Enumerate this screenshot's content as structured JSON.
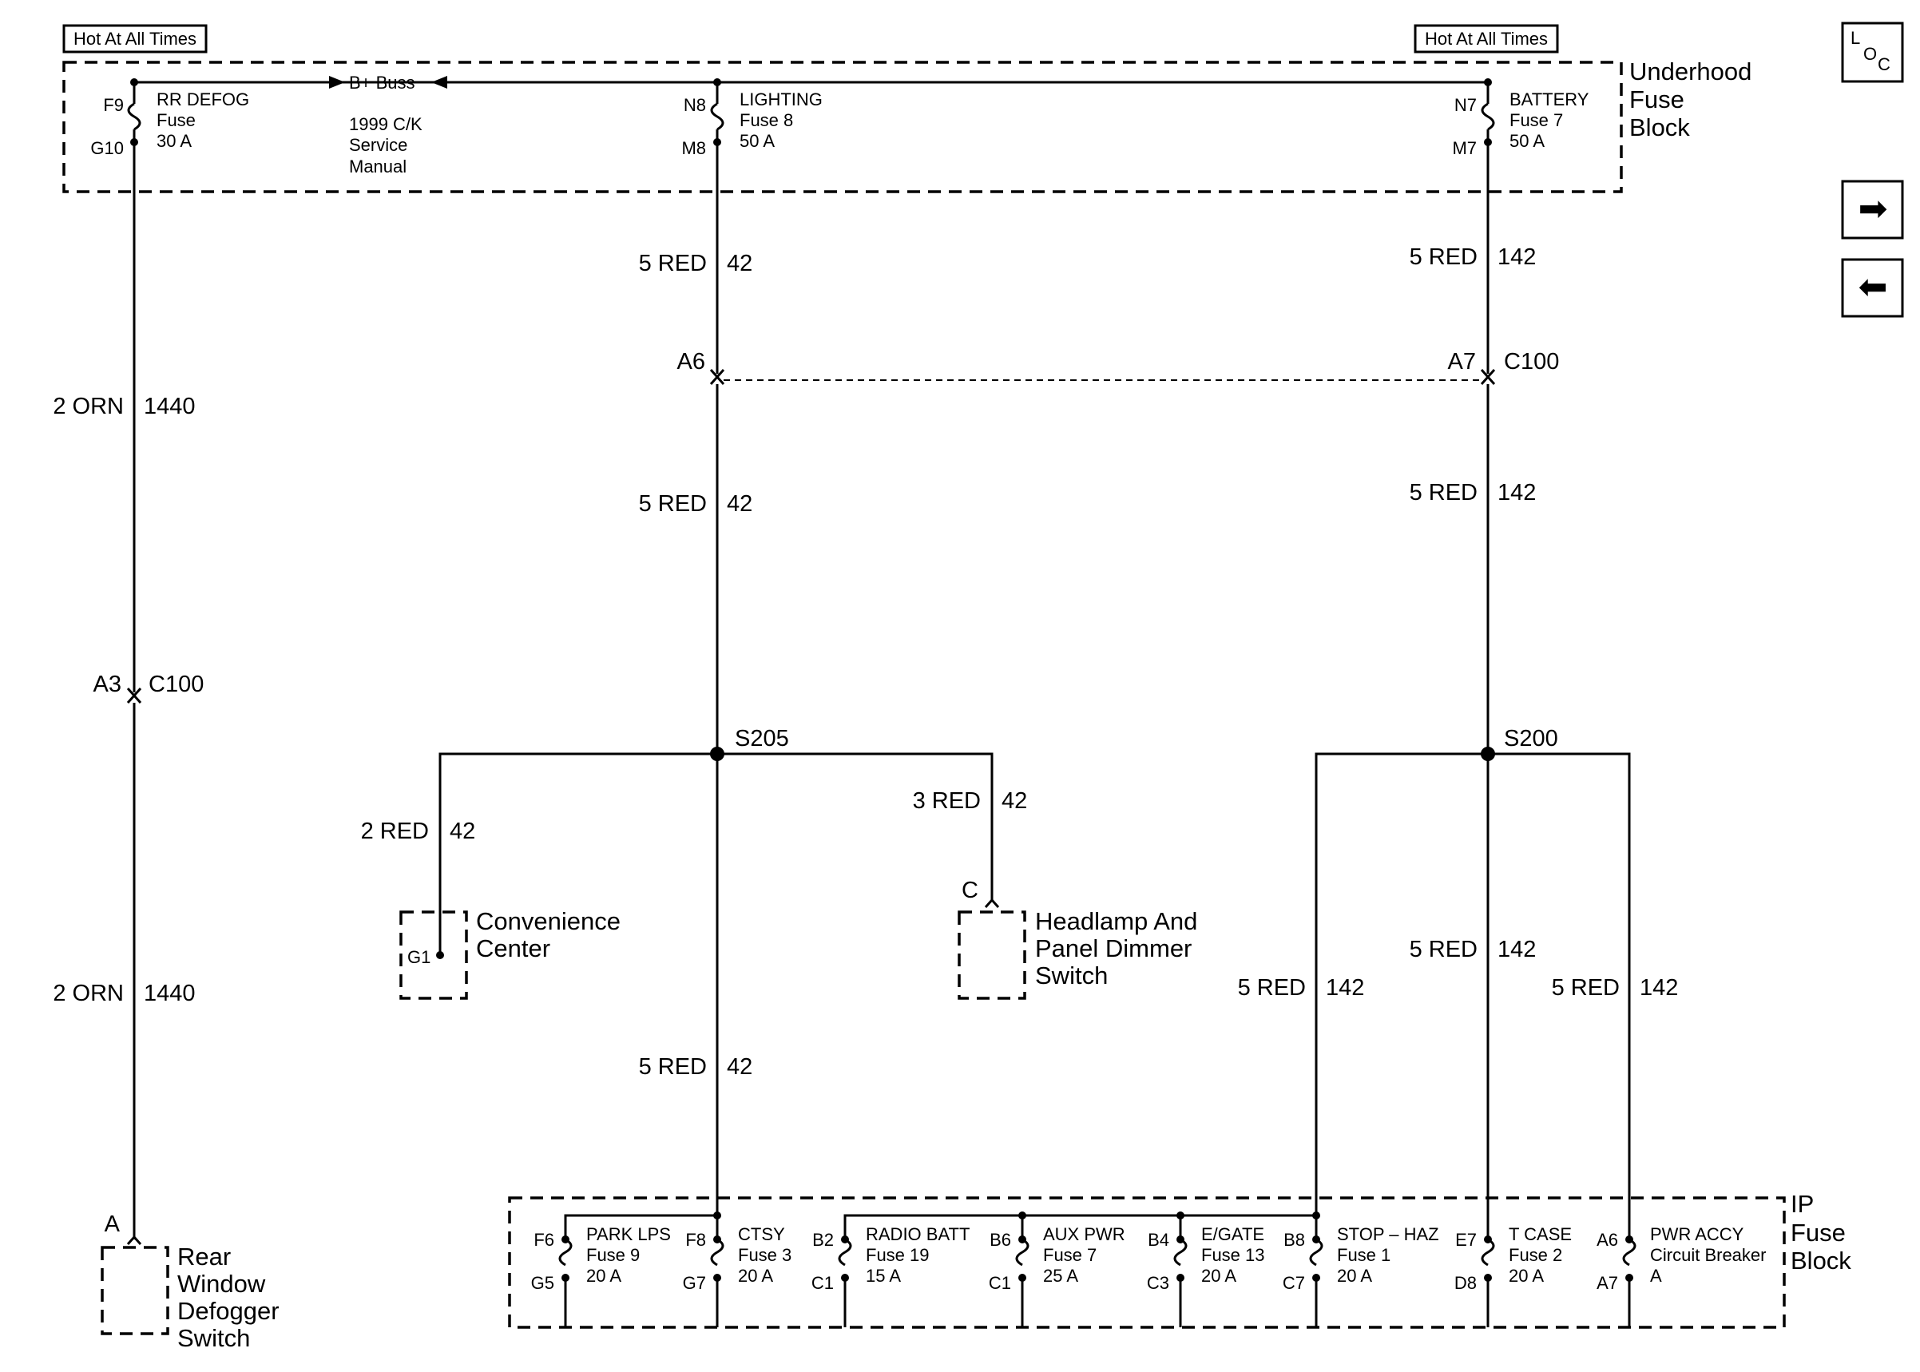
{
  "nav": {
    "loc_l": "L",
    "loc_o": "O",
    "loc_c": "C",
    "forward_glyph": "➡",
    "back_glyph": "⬅"
  },
  "hot_labels": [
    "Hot At All Times",
    "Hot At All Times"
  ],
  "underhood": {
    "title_lines": [
      "Underhood",
      "Fuse",
      "Block"
    ],
    "bbuss_lines": [
      "B+ Buss",
      "1999 C/K",
      "Service",
      "Manual"
    ],
    "fuses": [
      {
        "top": "F9",
        "bottom": "G10",
        "lines": [
          "RR DEFOG",
          "Fuse",
          "30 A"
        ]
      },
      {
        "top": "N8",
        "bottom": "M8",
        "lines": [
          "LIGHTING",
          "Fuse 8",
          "50 A"
        ]
      },
      {
        "top": "N7",
        "bottom": "M7",
        "lines": [
          "BATTERY",
          "Fuse 7",
          "50 A"
        ]
      }
    ]
  },
  "wires": {
    "orn_upper": {
      "color": "2 ORN",
      "circuit": "1440"
    },
    "orn_lower": {
      "color": "2 ORN",
      "circuit": "1440"
    },
    "red42_a": {
      "color": "5 RED",
      "circuit": "42"
    },
    "red42_b": {
      "color": "5 RED",
      "circuit": "42"
    },
    "red42_c": {
      "color": "5 RED",
      "circuit": "42"
    },
    "red142_a": {
      "color": "5 RED",
      "circuit": "142"
    },
    "red142_b": {
      "color": "5 RED",
      "circuit": "142"
    },
    "red142_c": {
      "color": "5 RED",
      "circuit": "142"
    },
    "red142_left": {
      "color": "5 RED",
      "circuit": "142"
    },
    "red142_right": {
      "color": "5 RED",
      "circuit": "142"
    },
    "conv": {
      "color": "2 RED",
      "circuit": "42"
    },
    "headlamp": {
      "color": "3 RED",
      "circuit": "42"
    }
  },
  "connectors": {
    "a6": "A6",
    "a7": "A7",
    "c100_right": "C100",
    "a3": "A3",
    "c100_left": "C100",
    "rear_pin": "A",
    "headlamp_pin": "C",
    "conv_pin": "G1"
  },
  "splices": {
    "s205": "S205",
    "s200": "S200"
  },
  "components": {
    "convenience": [
      "Convenience",
      "Center"
    ],
    "headlamp": [
      "Headlamp And",
      "Panel Dimmer",
      "Switch"
    ],
    "rear_window": [
      "Rear",
      "Window",
      "Defogger",
      "Switch"
    ]
  },
  "ip_block": {
    "title_lines": [
      "IP",
      "Fuse",
      "Block"
    ],
    "fuses": [
      {
        "top": "F6",
        "bottom": "G5",
        "lines": [
          "PARK LPS",
          "Fuse 9",
          "20 A"
        ]
      },
      {
        "top": "F8",
        "bottom": "G7",
        "lines": [
          "CTSY",
          "Fuse 3",
          "20 A"
        ]
      },
      {
        "top": "B2",
        "bottom": "C1",
        "lines": [
          "RADIO BATT",
          "Fuse 19",
          "15 A"
        ]
      },
      {
        "top": "B6",
        "bottom": "C1",
        "lines": [
          "AUX PWR",
          "Fuse 7",
          "25 A"
        ]
      },
      {
        "top": "B4",
        "bottom": "C3",
        "lines": [
          "E/GATE",
          "Fuse 13",
          "20 A"
        ]
      },
      {
        "top": "B8",
        "bottom": "C7",
        "lines": [
          "STOP – HAZ",
          "Fuse 1",
          "20 A"
        ]
      },
      {
        "top": "E7",
        "bottom": "D8",
        "lines": [
          "T CASE",
          "Fuse 2",
          "20 A"
        ]
      },
      {
        "top": "A6",
        "bottom": "A7",
        "lines": [
          "PWR ACCY",
          "Circuit Breaker",
          "A"
        ]
      }
    ]
  }
}
